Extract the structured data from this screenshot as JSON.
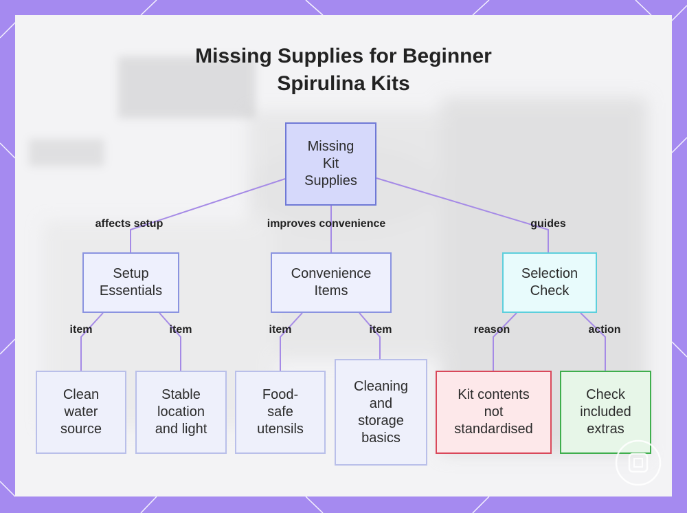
{
  "title": {
    "line1": "Missing Supplies for Beginner",
    "line2": "Spirulina Kits"
  },
  "nodes": {
    "root": {
      "lines": [
        "Missing",
        "Kit",
        "Supplies"
      ]
    },
    "setup": {
      "lines": [
        "Setup",
        "Essentials"
      ]
    },
    "convenience": {
      "lines": [
        "Convenience",
        "Items"
      ]
    },
    "selection": {
      "lines": [
        "Selection",
        "Check"
      ]
    },
    "water": {
      "lines": [
        "Clean",
        "water",
        "source"
      ]
    },
    "location": {
      "lines": [
        "Stable",
        "location",
        "and light"
      ]
    },
    "utensils": {
      "lines": [
        "Food-",
        "safe",
        "utensils"
      ]
    },
    "cleaning": {
      "lines": [
        "Cleaning",
        "and",
        "storage",
        "basics"
      ]
    },
    "kit_contents": {
      "lines": [
        "Kit contents",
        "not",
        "standardised"
      ]
    },
    "extras": {
      "lines": [
        "Check",
        "included",
        "extras"
      ]
    }
  },
  "edges": {
    "affects_setup": "affects setup",
    "improves_convenience": "improves convenience",
    "guides": "guides",
    "item_water": "item",
    "item_location": "item",
    "item_utensils": "item",
    "item_cleaning": "item",
    "reason": "reason",
    "action": "action"
  },
  "colors": {
    "frame": "#a58af0",
    "edge": "#a58ae6",
    "root": "#6f79d6",
    "selection": "#5ccfdc",
    "kit_contents": "#d9485a",
    "extras": "#3fae4d"
  }
}
